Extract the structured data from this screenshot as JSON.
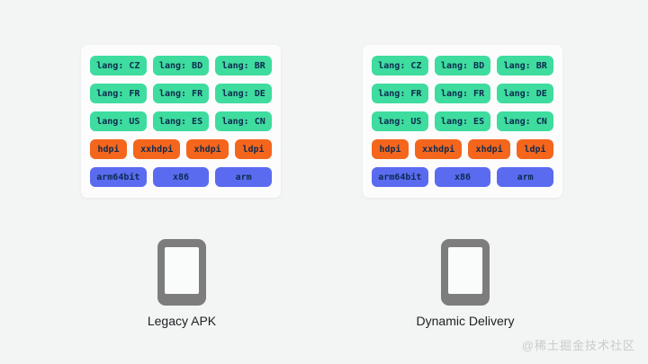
{
  "panels": [
    {
      "label": "Legacy APK",
      "rows": [
        {
          "type": "lang",
          "chips": [
            "lang: CZ",
            "lang: BD",
            "lang: BR"
          ]
        },
        {
          "type": "lang",
          "chips": [
            "lang: FR",
            "lang: FR",
            "lang: DE"
          ]
        },
        {
          "type": "lang",
          "chips": [
            "lang: US",
            "lang: ES",
            "lang: CN"
          ]
        },
        {
          "type": "density",
          "chips": [
            "hdpi",
            "xxhdpi",
            "xhdpi",
            "ldpi"
          ]
        },
        {
          "type": "abi",
          "chips": [
            "arm64bit",
            "x86",
            "arm"
          ]
        }
      ]
    },
    {
      "label": "Dynamic Delivery",
      "rows": [
        {
          "type": "lang",
          "chips": [
            "lang: CZ",
            "lang: BD",
            "lang: BR"
          ]
        },
        {
          "type": "lang",
          "chips": [
            "lang: FR",
            "lang: FR",
            "lang: DE"
          ]
        },
        {
          "type": "lang",
          "chips": [
            "lang: US",
            "lang: ES",
            "lang: CN"
          ]
        },
        {
          "type": "density",
          "chips": [
            "hdpi",
            "xxhdpi",
            "xhdpi",
            "ldpi"
          ]
        },
        {
          "type": "abi",
          "chips": [
            "arm64bit",
            "x86",
            "arm"
          ]
        }
      ]
    }
  ],
  "colors": {
    "lang": "#3edc9e",
    "density": "#f4661c",
    "abi": "#5b6bf0",
    "chip_text": "#0e2b50"
  },
  "watermark": {
    "text": "@稀土掘金技术社区"
  }
}
